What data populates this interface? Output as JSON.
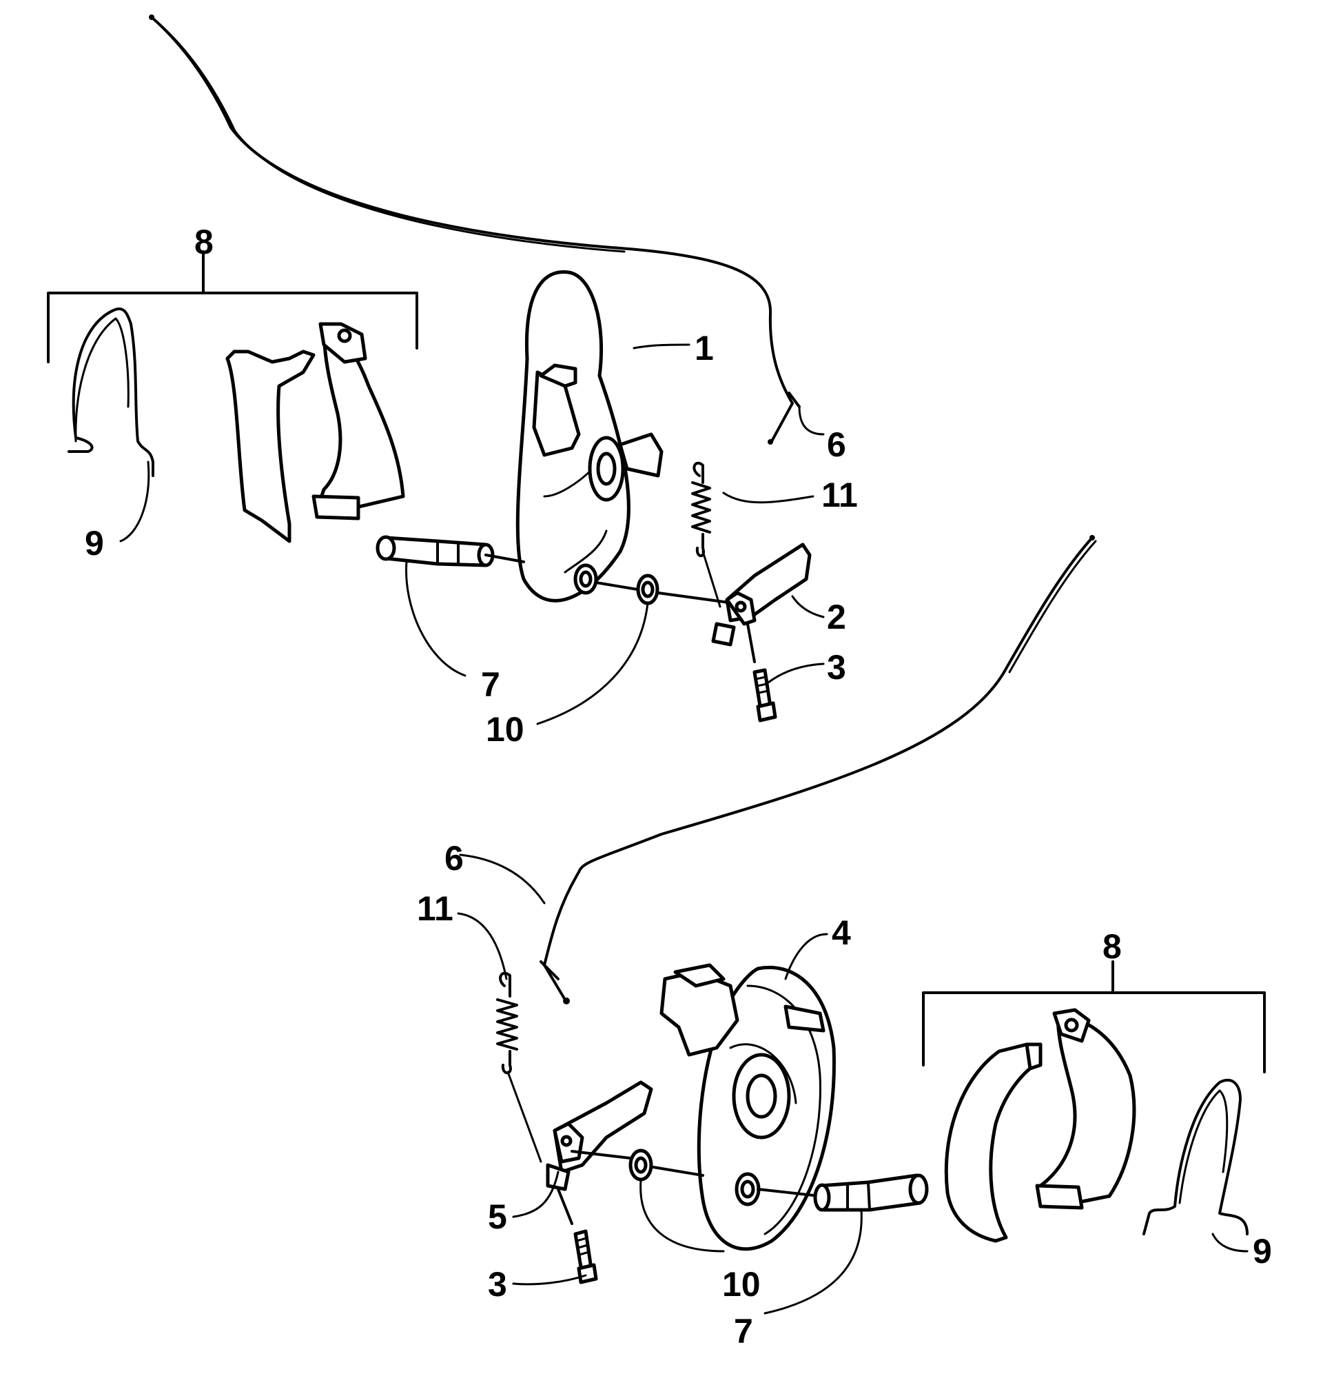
{
  "labels": {
    "top": {
      "backing_plate": "1",
      "lever": "2",
      "bolt": "3",
      "cable": "6",
      "pin": "7",
      "shoe_set": "8",
      "shoe_spring": "9",
      "washer": "10",
      "lever_spring": "11"
    },
    "bottom": {
      "backing_plate": "4",
      "lever": "5",
      "bolt": "3",
      "cable": "6",
      "pin": "7",
      "shoe_set": "8",
      "shoe_spring": "9",
      "washer": "10",
      "lever_spring": "11"
    }
  }
}
